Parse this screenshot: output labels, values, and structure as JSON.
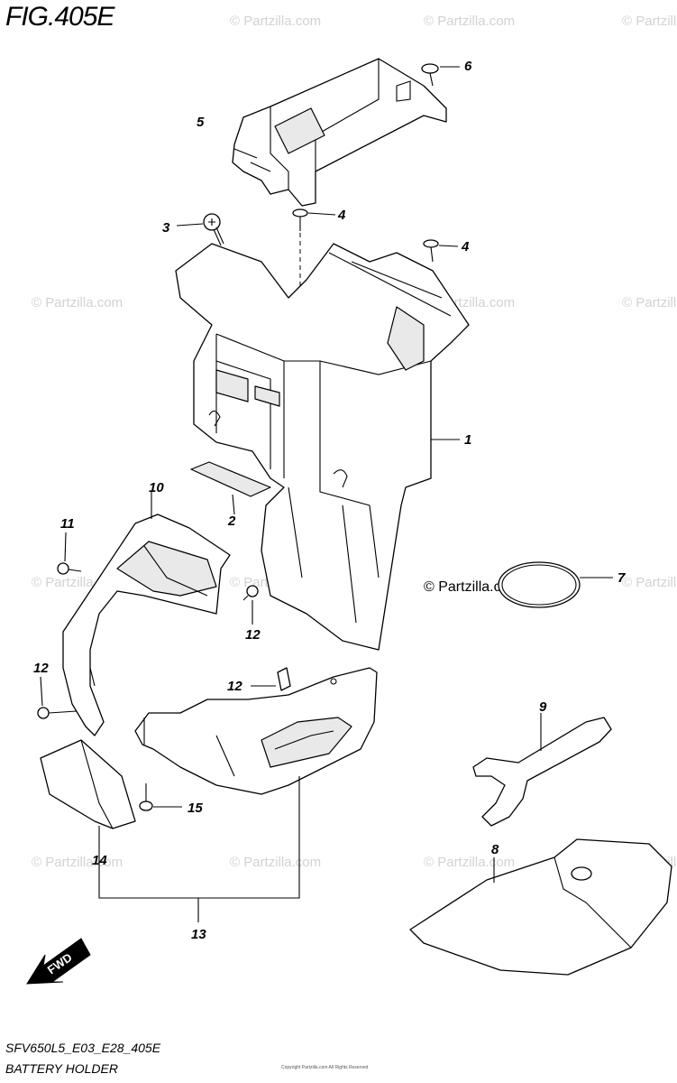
{
  "figure": {
    "title": "FIG.405E",
    "model_code": "SFV650L5_E03_E28_405E",
    "section_name": "BATTERY HOLDER",
    "footer_copyright": "Copyright Partzilla.com All Rights Reserved"
  },
  "watermark": {
    "text": "© Partzilla.com"
  },
  "fwd_arrow": {
    "label": "FWD"
  },
  "callouts": {
    "c1": "1",
    "c2": "2",
    "c3": "3",
    "c4a": "4",
    "c4b": "4",
    "c5": "5",
    "c6": "6",
    "c7": "7",
    "c8": "8",
    "c9": "9",
    "c10": "10",
    "c11": "11",
    "c12a": "12",
    "c12b": "12",
    "c12c": "12",
    "c13": "13",
    "c14": "14",
    "c15": "15"
  }
}
